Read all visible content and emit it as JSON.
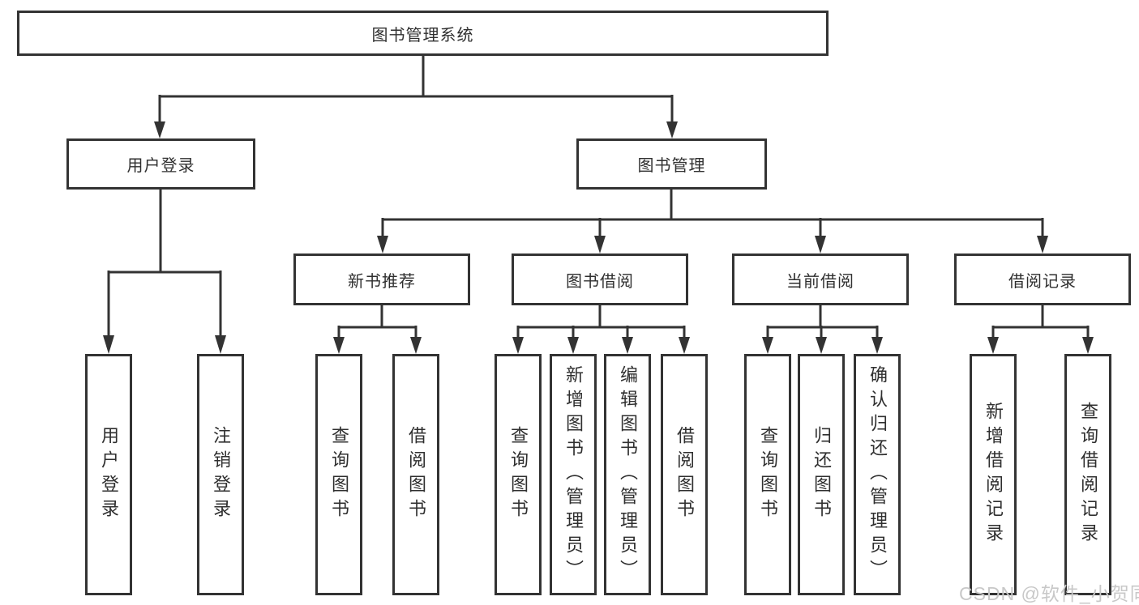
{
  "diagram_title": "图书管理系统",
  "tree": {
    "root": {
      "label": "图书管理系统"
    },
    "branches": [
      {
        "label": "用户登录",
        "children": [
          {
            "label": "用户登录"
          },
          {
            "label": "注销登录"
          }
        ]
      },
      {
        "label": "图书管理",
        "children": [
          {
            "label": "新书推荐",
            "children": [
              {
                "label": "查询图书"
              },
              {
                "label": "借阅图书"
              }
            ]
          },
          {
            "label": "图书借阅",
            "children": [
              {
                "label": "查询图书"
              },
              {
                "label": "新增图书（管理员）"
              },
              {
                "label": "编辑图书（管理员）"
              },
              {
                "label": "借阅图书"
              }
            ]
          },
          {
            "label": "当前借阅",
            "children": [
              {
                "label": "查询图书"
              },
              {
                "label": "归还图书"
              },
              {
                "label": "确认归还（管理员）"
              }
            ]
          },
          {
            "label": "借阅记录",
            "children": [
              {
                "label": "新增借阅记录"
              },
              {
                "label": "查询借阅记录"
              }
            ]
          }
        ]
      }
    ]
  },
  "watermark": "CSDN @软件_小贺同学",
  "colors": {
    "line": "#333333",
    "text": "#2f2f2f",
    "background": "#ffffff",
    "watermark": "#c8c8c8"
  }
}
